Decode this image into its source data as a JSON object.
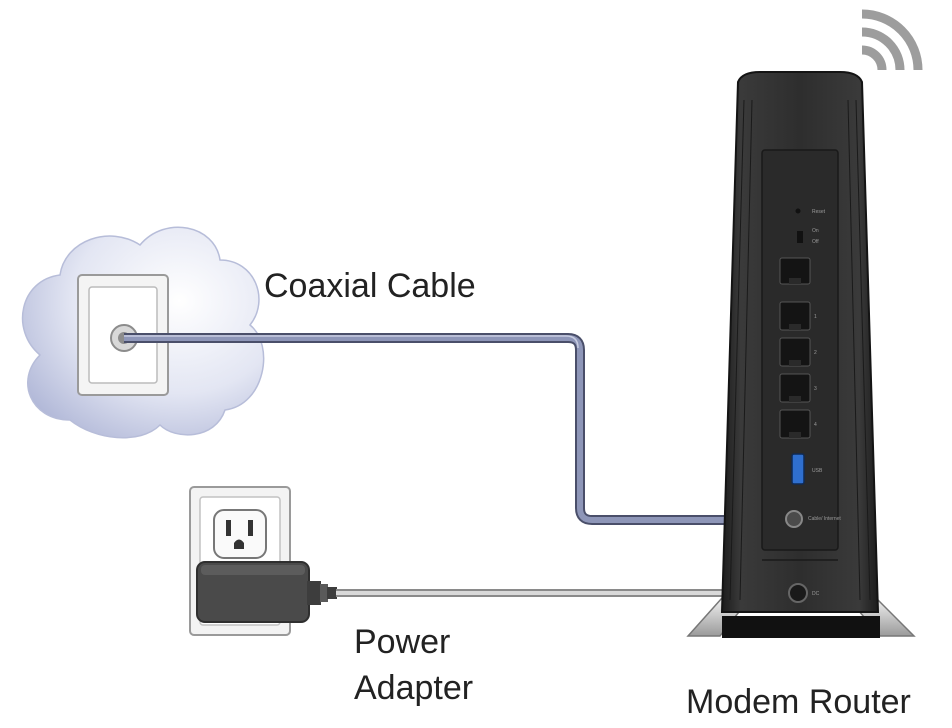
{
  "labels": {
    "coaxial_cable": "Coaxial Cable",
    "power_adapter_line1": "Power",
    "power_adapter_line2": "Adapter",
    "modem_router": "Modem Router"
  },
  "device_panel": {
    "reset": "Reset",
    "on": "On",
    "off": "Off",
    "port_1": "1",
    "port_2": "2",
    "port_3": "3",
    "port_4": "4",
    "usb": "USB",
    "cable_internet": "Cable/ Internet",
    "dc": "DC"
  },
  "icons": [
    "wifi-signal-icon",
    "cloud-icon",
    "coaxial-wall-outlet",
    "power-wall-outlet",
    "power-adapter",
    "modem-router"
  ],
  "colors": {
    "coax_cable": "#6d7495",
    "router_body": "#2b2b2b",
    "cloud": "#c5cae3"
  }
}
